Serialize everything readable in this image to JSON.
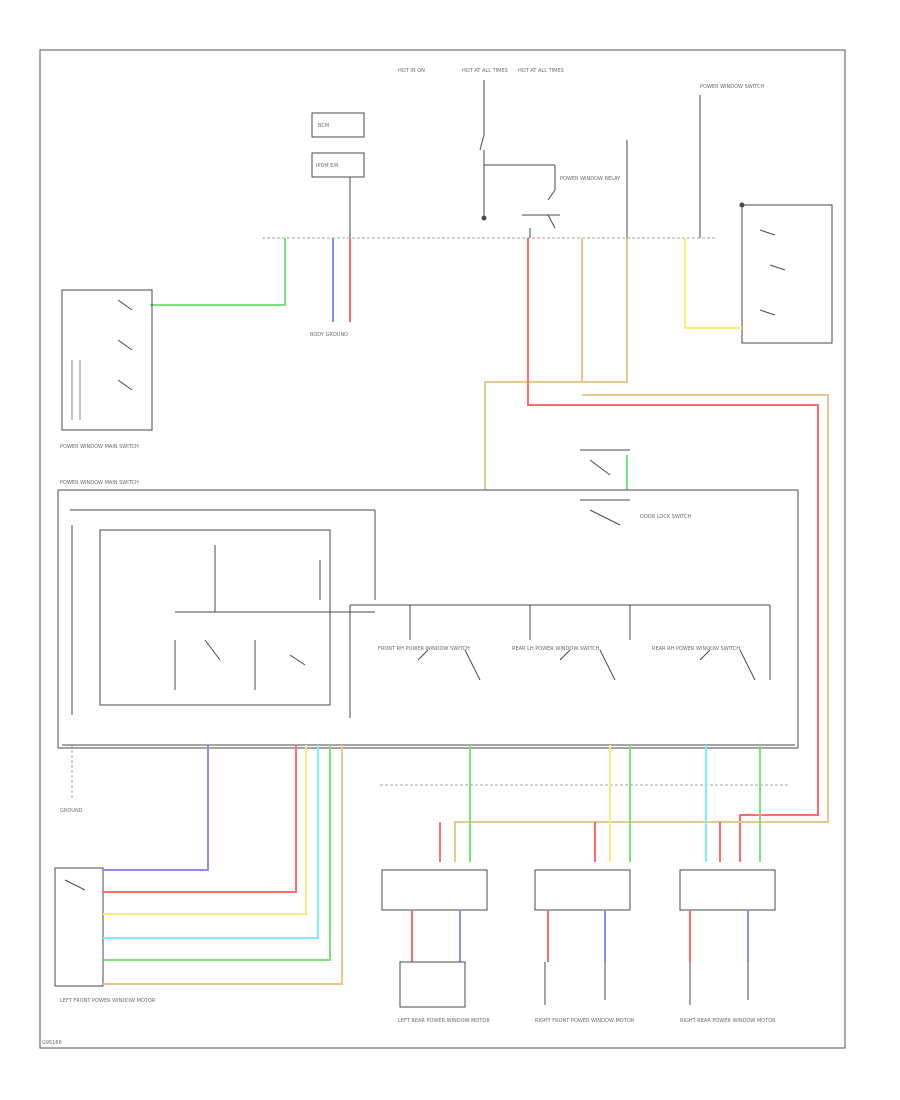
{
  "colors": {
    "red": "#ff6a6a",
    "green": "#7de07d",
    "blue": "#8a8af0",
    "yellow": "#f0f07a",
    "cyan": "#7af0f0",
    "tan": "#e8c890",
    "line": "#4a4a4a"
  },
  "labels": {
    "top_fuse_1": "HOT IN ON",
    "top_fuse_2": "HOT AT ALL TIMES",
    "top_fuse_3": "HOT AT ALL TIMES",
    "relay_box": "POWER WINDOW RELAY",
    "comp_left_top_1": "BCM",
    "comp_left_top_2": "IPDM E/R",
    "right_top": "POWER WINDOW SWITCH",
    "grnd_left": "BODY GROUND",
    "power_window_main": "POWER WINDOW MAIN SWITCH",
    "door_lock": "DOOR LOCK SWITCH",
    "front_rh_sw": "FRONT RH POWER WINDOW SWITCH",
    "rear_lh_sw": "REAR LH POWER WINDOW SWITCH",
    "rear_rh_sw": "REAR RH POWER WINDOW SWITCH",
    "left_motor_label": "LEFT FRONT POWER WINDOW MOTOR",
    "motor_1": "LEFT REAR POWER WINDOW MOTOR",
    "motor_2": "RIGHT FRONT POWER WINDOW MOTOR",
    "motor_3": "RIGHT REAR POWER WINDOW MOTOR",
    "ground_bottom_left": "GROUND",
    "footer": "G95166"
  }
}
